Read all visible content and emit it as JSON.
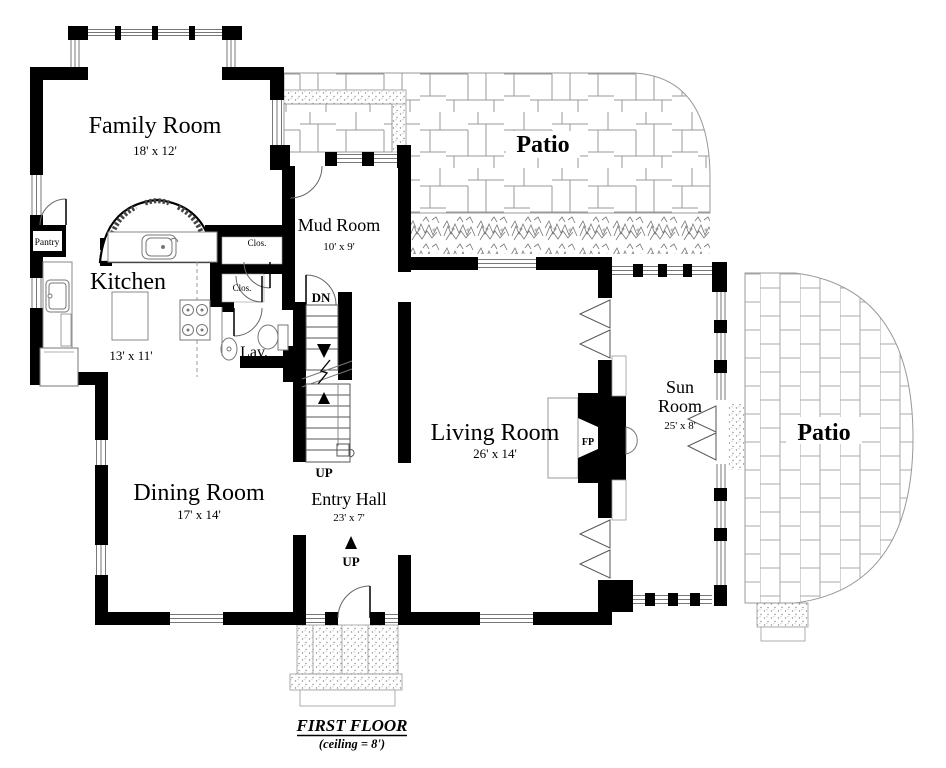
{
  "plan": {
    "rooms": {
      "family_room": {
        "name": "Family Room",
        "dims": "18' x 12'"
      },
      "kitchen": {
        "name": "Kitchen",
        "dims": "13' x 11'"
      },
      "mud_room": {
        "name": "Mud Room",
        "dims": "10' x 9'"
      },
      "living_room": {
        "name": "Living Room",
        "dims": "26' x 14'"
      },
      "dining_room": {
        "name": "Dining Room",
        "dims": "17' x 14'"
      },
      "entry_hall": {
        "name": "Entry Hall",
        "dims": "23' x 7'"
      },
      "sun_room": {
        "name_line1": "Sun",
        "name_line2": "Room",
        "dims": "25' x 8'"
      }
    },
    "small_rooms": {
      "pantry": {
        "name": "Pantry"
      },
      "closet_upper": {
        "name": "Clos."
      },
      "closet_lower": {
        "name": "Clos."
      },
      "lavatory": {
        "name": "Lav."
      }
    },
    "outdoor": {
      "patio_upper": {
        "name": "Patio"
      },
      "patio_right": {
        "name": "Patio"
      }
    },
    "annotations": {
      "stair_down": "DN",
      "stair_up": "UP",
      "entry_up": "UP",
      "fireplace": "FP"
    },
    "footer": {
      "title": "FIRST FLOOR",
      "subtitle": "(ceiling = 8')"
    },
    "colors": {
      "wall": "#000000",
      "background": "#ffffff",
      "detail_line": "#888888"
    }
  }
}
